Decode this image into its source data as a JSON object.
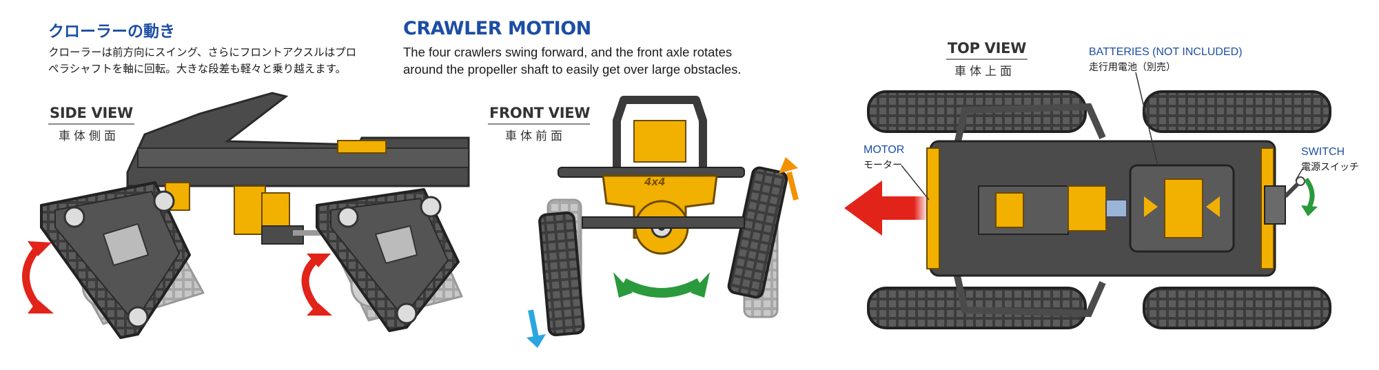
{
  "left_section": {
    "title": "クローラーの動き",
    "description_lines": [
      "クローラーは前方向にスイング、さらにフロントアクスルはプロ",
      "ペラシャフトを軸に回転。大きな段差も軽々と乗り越えます。"
    ]
  },
  "right_section": {
    "title": "CRAWLER MOTION",
    "description_lines": [
      "The four crawlers swing forward, and the front axle rotates",
      "around the propeller shaft to easily get over large obstacles."
    ]
  },
  "side_view": {
    "label_en": "SIDE VIEW",
    "label_jp": "車体側面"
  },
  "front_view": {
    "label_en": "FRONT VIEW",
    "label_jp": "車体前面",
    "badge": "4x4"
  },
  "top_view": {
    "label_en": "TOP VIEW",
    "label_jp": "車体上面",
    "batteries_en": "BATTERIES (NOT INCLUDED)",
    "batteries_jp": "走行用電池（別売）",
    "motor_en": "MOTOR",
    "motor_jp": "モーター",
    "switch_en": "SWITCH",
    "switch_jp": "電源スイッチ"
  },
  "colors": {
    "title_blue": "#1c4ea3",
    "chassis_gray": "#4a4a4a",
    "gear_yellow": "#f2b000",
    "arrow_red": "#e2231a",
    "arrow_green": "#2a9a3c",
    "arrow_orange": "#f39200",
    "arrow_cyan": "#2aa6e0"
  }
}
